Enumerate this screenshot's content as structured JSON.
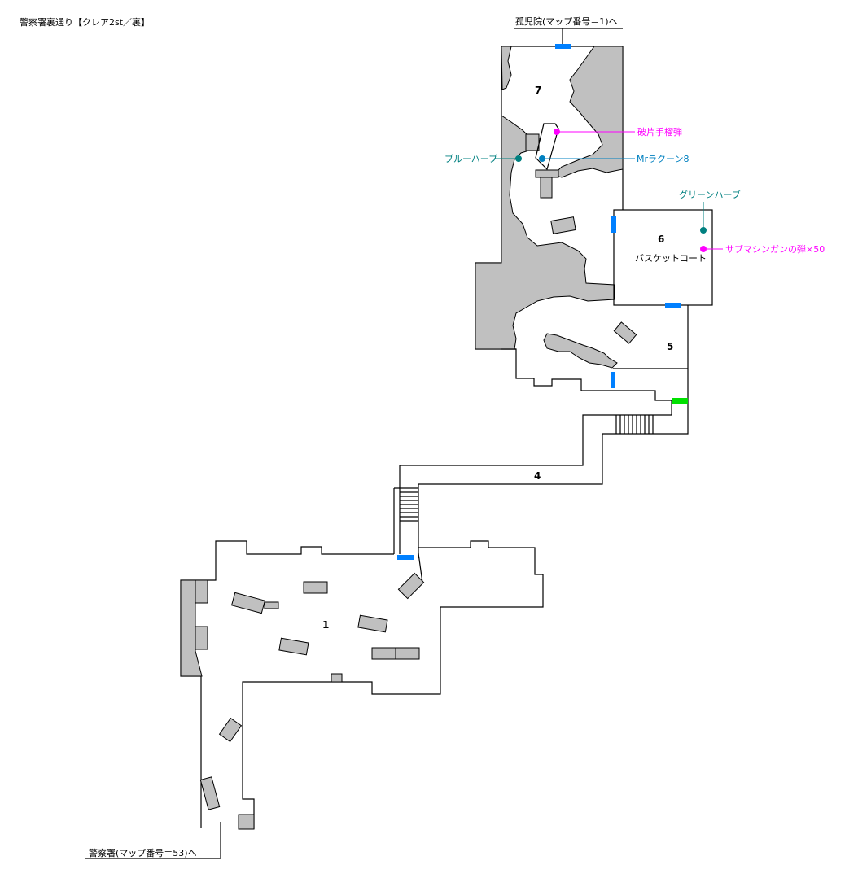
{
  "title": "警察署裏通り【クレア2st／裏】",
  "exits": {
    "north": "孤児院(マップ番号＝1)へ",
    "south": "警察署(マップ番号＝53)へ"
  },
  "areas": [
    {
      "id": "7",
      "label": "7"
    },
    {
      "id": "6",
      "label": "6",
      "name": "バスケットコート"
    },
    {
      "id": "5",
      "label": "5"
    },
    {
      "id": "4",
      "label": "4"
    },
    {
      "id": "1",
      "label": "1"
    }
  ],
  "items": [
    {
      "label": "破片手榴弾",
      "color": "#ff00ff",
      "icon": "item-marker-dot"
    },
    {
      "label": "ブルーハーブ",
      "color": "#008080",
      "icon": "item-marker-dot"
    },
    {
      "label": "Mrラクーン8",
      "color": "#0080c0",
      "icon": "item-marker-dot"
    },
    {
      "label": "グリーンハーブ",
      "color": "#008080",
      "icon": "item-marker-dot"
    },
    {
      "label": "サブマシンガンの弾×50",
      "color": "#ff00ff",
      "icon": "item-marker-dot"
    }
  ],
  "colors": {
    "door": "#0080ff",
    "special_door": "#00e000",
    "obstacle": "#c0c0c0",
    "wall": "#000000"
  }
}
